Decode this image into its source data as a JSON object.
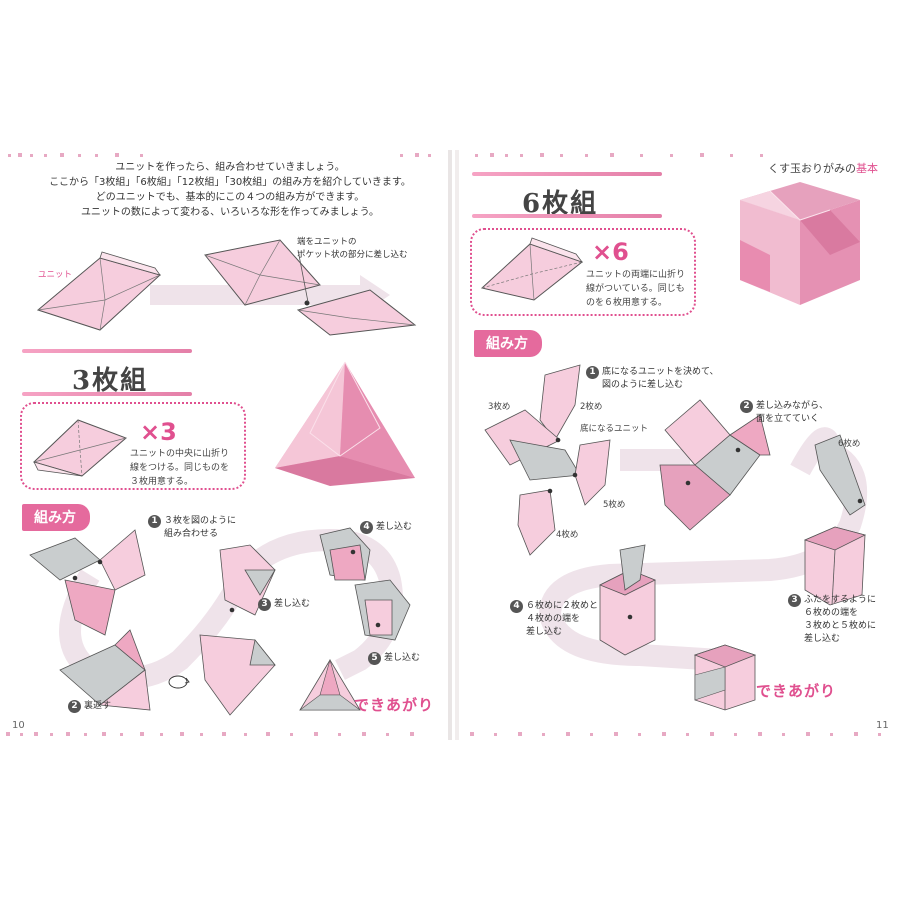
{
  "header": {
    "series_text": "くす玉おりがみの",
    "series_emphasis": "基本"
  },
  "intro": {
    "lines": [
      "ユニットを作ったら、組み合わせていきましょう。",
      "ここから「3枚組」「6枚組」「12枚組」「30枚組」の組み方を紹介していきます。",
      "どのユニットでも、基本的にこの４つの組み方ができます。",
      "ユニットの数によって変わる、いろいろな形を作ってみましょう。"
    ],
    "unit_label": "ユニット",
    "insert_note": [
      "端をユニットの",
      "ポケット状の部分に差し込む"
    ]
  },
  "section3": {
    "title": "3枚組",
    "multiplier": "×3",
    "note": [
      "ユニットの中央に山折り",
      "線をつける。同じものを",
      "３枚用意する。"
    ],
    "howto_tag": "組み方",
    "steps": {
      "s1": [
        "３枚を図のように",
        "組み合わせる"
      ],
      "s2": "裏返す",
      "s3": "差し込む",
      "s4": "差し込む",
      "s5": "差し込む"
    },
    "done": "できあがり",
    "page_number": "10"
  },
  "section6": {
    "title": "6枚組",
    "multiplier": "×6",
    "note": [
      "ユニットの両端に山折り",
      "線がついている。同じも",
      "のを６枚用意する。"
    ],
    "howto_tag": "組み方",
    "steps": {
      "s1": [
        "底になるユニットを決めて、",
        "図のように差し込む"
      ],
      "s2": [
        "差し込みながら、",
        "面を立てていく"
      ],
      "s3": [
        "ふたをするように",
        "６枚めの端を",
        "３枚めと５枚めに",
        "差し込む"
      ],
      "s4": [
        "６枚めに２枚めと",
        "４枚めの端を",
        "差し込む"
      ]
    },
    "labels": {
      "third": "3枚め",
      "second": "2枚め",
      "bottom": "底になるユニット",
      "fifth": "5枚め",
      "fourth": "4枚め",
      "sixth": "6枚め"
    },
    "done": "できあがり",
    "page_number": "11"
  },
  "colors": {
    "accent": "#e0508f",
    "paper_pink": "#f4c3d5",
    "paper_gray": "#c9cdce",
    "arrow": "#efe3ea"
  }
}
